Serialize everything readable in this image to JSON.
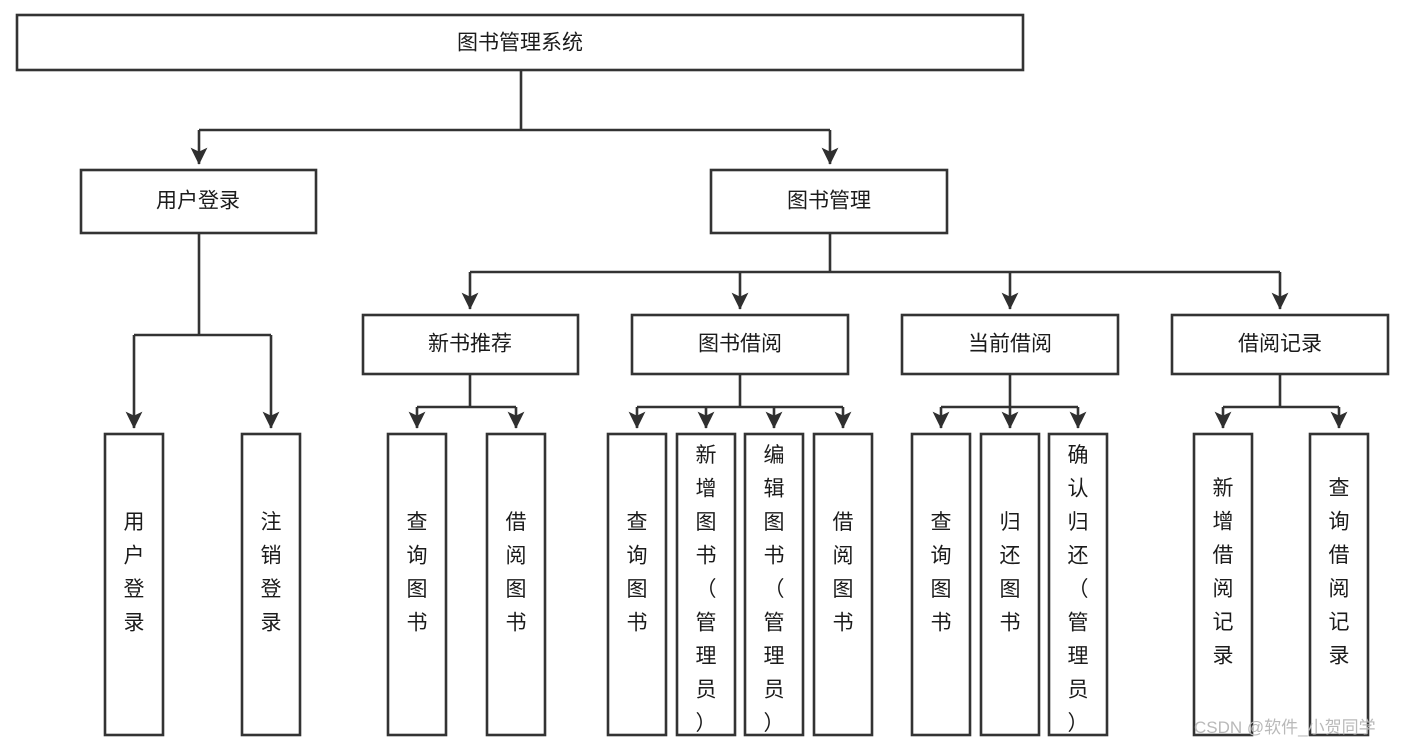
{
  "diagram": {
    "title": "图书管理系统",
    "type": "tree-hierarchy-diagram",
    "orientation": "top-down",
    "colors": {
      "box_fill": "#ffffff",
      "box_stroke": "#333333",
      "connector": "#333333",
      "text": "#1b1b1b",
      "background": "#ffffff",
      "watermark": "#b9b9b9"
    },
    "root": {
      "label": "图书管理系统",
      "text_orientation": "horizontal"
    },
    "level2": [
      {
        "label": "用户登录",
        "text_orientation": "horizontal"
      },
      {
        "label": "图书管理",
        "text_orientation": "horizontal"
      }
    ],
    "level3": [
      {
        "label": "新书推荐",
        "text_orientation": "horizontal"
      },
      {
        "label": "图书借阅",
        "text_orientation": "horizontal"
      },
      {
        "label": "当前借阅",
        "text_orientation": "horizontal"
      },
      {
        "label": "借阅记录",
        "text_orientation": "horizontal"
      }
    ],
    "leaves": {
      "user_login": [
        {
          "label": "用户登录",
          "chars": [
            "用",
            "户",
            "登",
            "录"
          ]
        },
        {
          "label": "注销登录",
          "chars": [
            "注",
            "销",
            "登",
            "录"
          ]
        }
      ],
      "new_book_recommend": [
        {
          "label": "查询图书",
          "chars": [
            "查",
            "询",
            "图",
            "书"
          ]
        },
        {
          "label": "借阅图书",
          "chars": [
            "借",
            "阅",
            "图",
            "书"
          ]
        }
      ],
      "book_borrow": [
        {
          "label": "查询图书",
          "chars": [
            "查",
            "询",
            "图",
            "书"
          ]
        },
        {
          "label": "新增图书（管理员）",
          "chars": [
            "新",
            "增",
            "图",
            "书",
            "（",
            "管",
            "理",
            "员",
            "）"
          ]
        },
        {
          "label": "编辑图书（管理员）",
          "chars": [
            "编",
            "辑",
            "图",
            "书",
            "（",
            "管",
            "理",
            "员",
            "）"
          ]
        },
        {
          "label": "借阅图书",
          "chars": [
            "借",
            "阅",
            "图",
            "书"
          ]
        }
      ],
      "current_borrow": [
        {
          "label": "查询图书",
          "chars": [
            "查",
            "询",
            "图",
            "书"
          ]
        },
        {
          "label": "归还图书",
          "chars": [
            "归",
            "还",
            "图",
            "书"
          ]
        },
        {
          "label": "确认归还（管理员）",
          "chars": [
            "确",
            "认",
            "归",
            "还",
            "（",
            "管",
            "理",
            "员",
            "）"
          ]
        }
      ],
      "borrow_record": [
        {
          "label": "新增借阅记录",
          "chars": [
            "新",
            "增",
            "借",
            "阅",
            "记",
            "录"
          ]
        },
        {
          "label": "查询借阅记录",
          "chars": [
            "查",
            "询",
            "借",
            "阅",
            "记",
            "录"
          ]
        }
      ]
    },
    "watermark": "CSDN @软件_小贺同学"
  }
}
